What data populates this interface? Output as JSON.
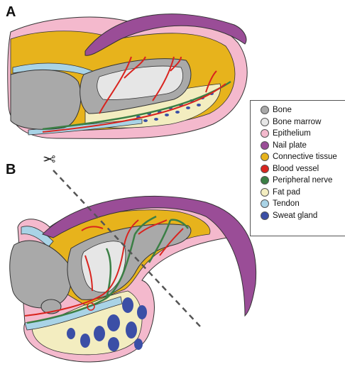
{
  "panels": {
    "a": "A",
    "b": "B"
  },
  "legend": {
    "items": [
      {
        "label": "Bone",
        "color": "#a9a9a9",
        "icon": "bone-swatch"
      },
      {
        "label": "Bone marrow",
        "color": "#e6e6e6",
        "icon": "bone-marrow-swatch"
      },
      {
        "label": "Epithelium",
        "color": "#f4b9cd",
        "icon": "epithelium-swatch"
      },
      {
        "label": "Nail plate",
        "color": "#9a4d97",
        "icon": "nail-plate-swatch"
      },
      {
        "label": "Connective tissue",
        "color": "#e7b31c",
        "icon": "connective-tissue-swatch"
      },
      {
        "label": "Blood vessel",
        "color": "#d9241f",
        "icon": "blood-vessel-swatch"
      },
      {
        "label": "Peripheral nerve",
        "color": "#3b7f45",
        "icon": "peripheral-nerve-swatch"
      },
      {
        "label": "Fat pad",
        "color": "#f3edc0",
        "icon": "fat-pad-swatch"
      },
      {
        "label": "Tendon",
        "color": "#a9d3e6",
        "icon": "tendon-swatch"
      },
      {
        "label": "Sweat gland",
        "color": "#3b4fa6",
        "icon": "sweat-gland-swatch"
      }
    ]
  },
  "cut_line": {
    "icon": "scissors-icon",
    "glyph": "✂"
  }
}
